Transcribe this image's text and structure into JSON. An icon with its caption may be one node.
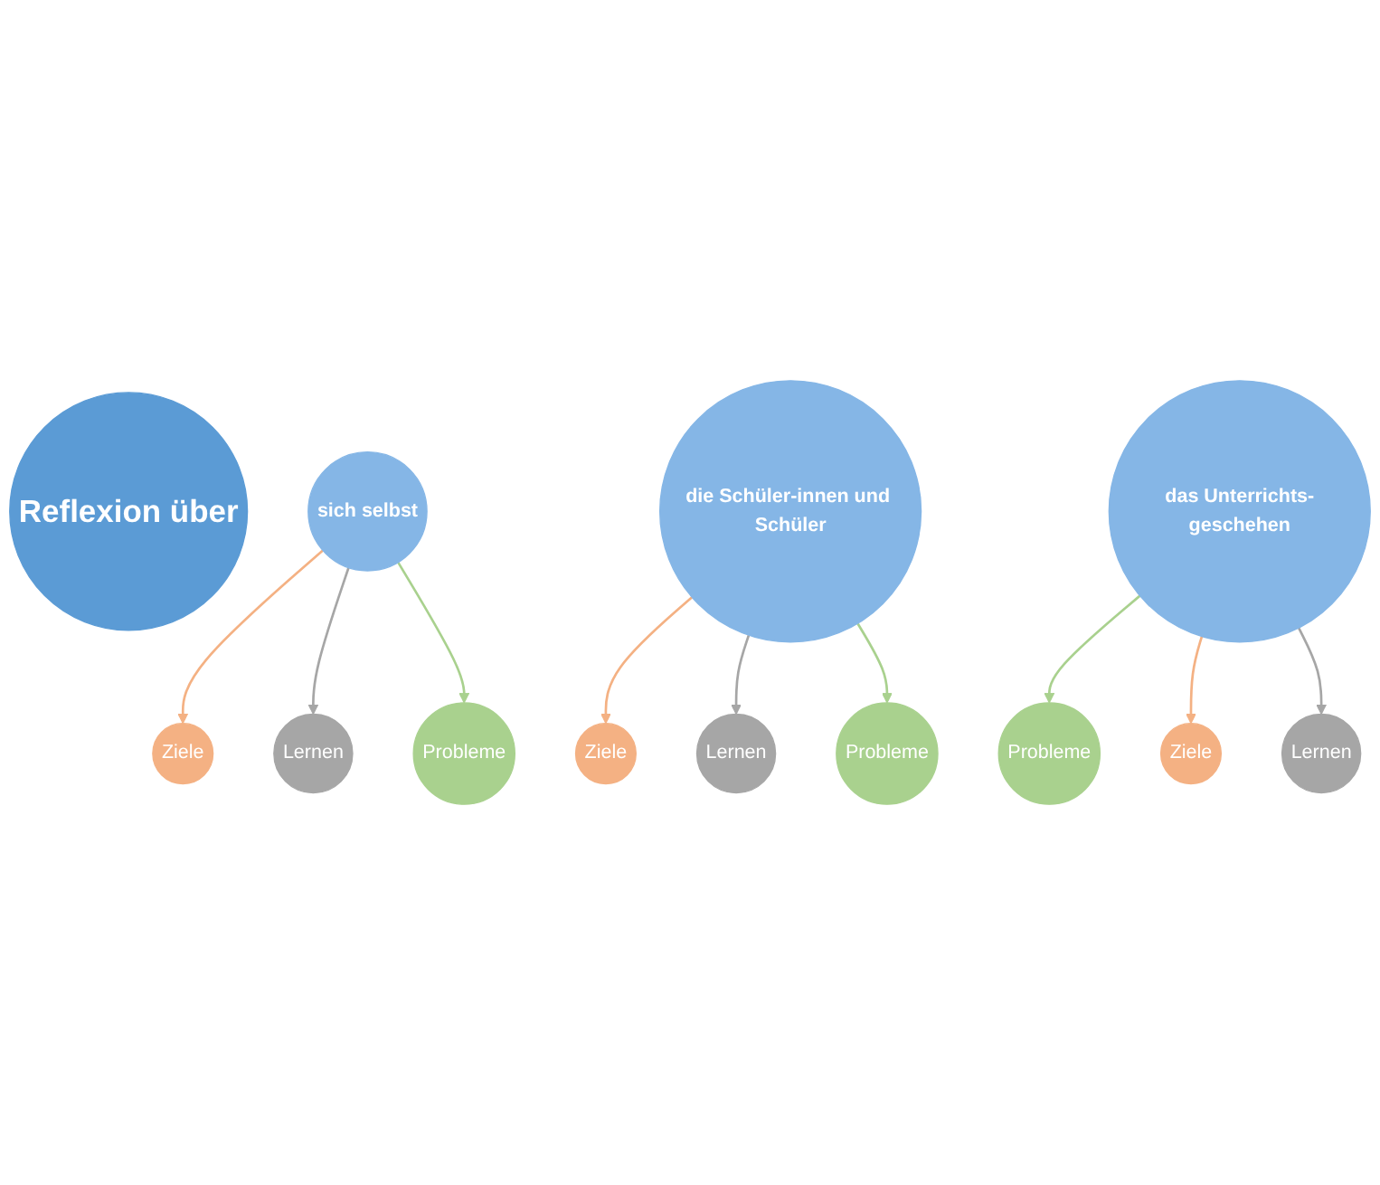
{
  "diagram": {
    "nodes": [
      {
        "text": [
          "Reflexion über"
        ]
      },
      {
        "text": [
          "sich selbst"
        ]
      },
      {
        "text": [
          "die Schüler-innen und Schüler"
        ]
      },
      {
        "text": [
          "das Unterrichts-geschehen"
        ]
      },
      {
        "text": [
          "Ziele"
        ]
      },
      {
        "text": [
          "Lernen"
        ]
      },
      {
        "text": [
          "Probleme"
        ]
      },
      {
        "text": [
          "Ziele"
        ]
      },
      {
        "text": [
          "Lernen"
        ]
      },
      {
        "text": [
          "Probleme"
        ]
      },
      {
        "text": [
          "Probleme"
        ]
      },
      {
        "text": [
          "Ziele"
        ]
      },
      {
        "text": [
          "Lernen"
        ]
      }
    ],
    "edges": [
      {
        "from": 1,
        "to": 4,
        "arrow": "to",
        "color": "#f4b183"
      },
      {
        "from": 1,
        "to": 5,
        "arrow": "to",
        "color": "#a6a6a6"
      },
      {
        "from": 1,
        "to": 6,
        "arrow": "to",
        "color": "#a9d18e"
      },
      {
        "from": 2,
        "to": 7,
        "arrow": "to",
        "color": "#f4b183"
      },
      {
        "from": 2,
        "to": 8,
        "arrow": "to",
        "color": "#a6a6a6"
      },
      {
        "from": 2,
        "to": 9,
        "arrow": "to",
        "color": "#a9d18e"
      },
      {
        "from": 3,
        "to": 10,
        "arrow": "to",
        "color": "#a9d18e"
      },
      {
        "from": 3,
        "to": 11,
        "arrow": "to",
        "color": "#f4b183"
      },
      {
        "from": 3,
        "to": 12,
        "arrow": "to",
        "color": "#a6a6a6"
      }
    ]
  }
}
